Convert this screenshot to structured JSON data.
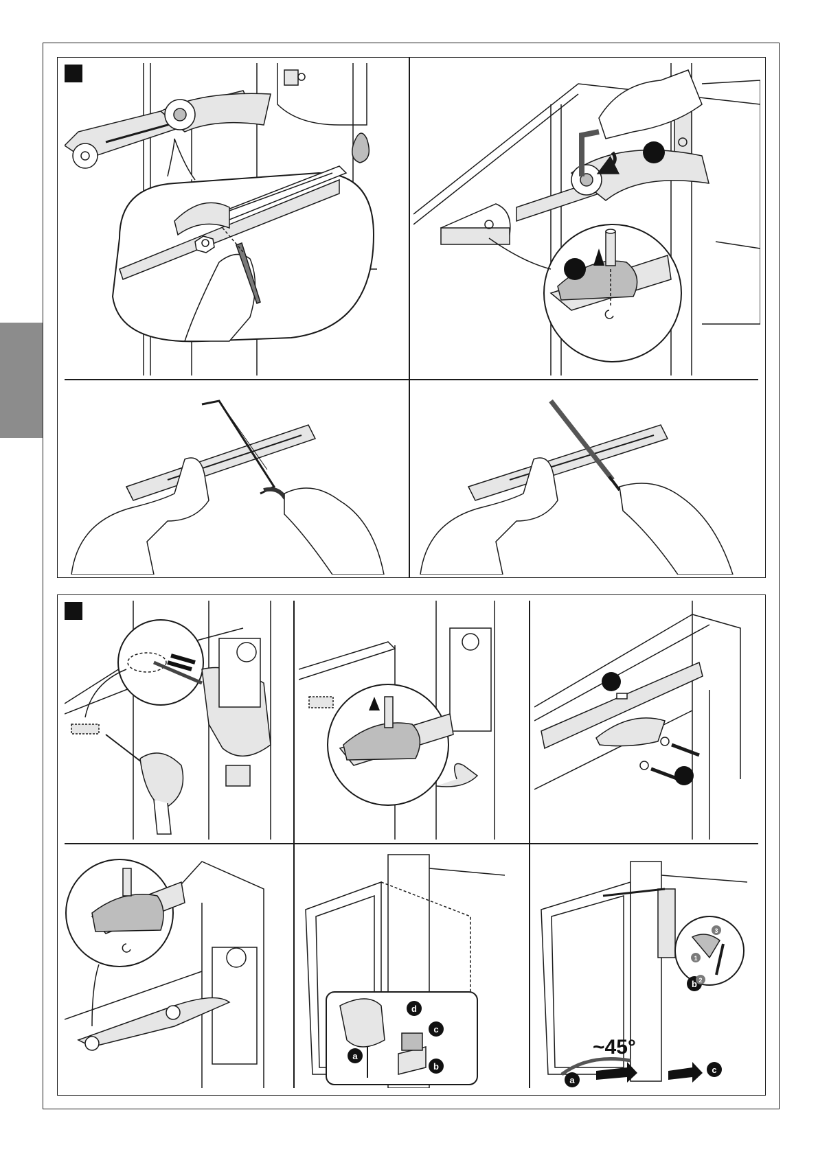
{
  "figure_top": {
    "panel_a": {
      "step_badge": ""
    },
    "panel_b": {
      "step_badge_1": "",
      "step_badge_2": ""
    },
    "panel_c": {},
    "panel_d": {}
  },
  "figure_bottom": {
    "panel_e": {},
    "panel_f": {},
    "panel_g": {
      "step_badge_1": "",
      "step_badge_2": ""
    },
    "panel_h": {},
    "panel_i": {
      "label_a": "a",
      "label_b": "b",
      "label_c": "c",
      "label_d": "d"
    },
    "panel_j": {
      "angle_label": "~45°",
      "label_a": "a",
      "label_b": "b",
      "label_c": "c",
      "step_1": "1",
      "step_2": "2",
      "step_3": "3"
    }
  },
  "colors": {
    "line": "#1a1a1a",
    "shade_light": "#e6e6e6",
    "shade_mid": "#bdbdbd",
    "shade_dark": "#7a7a7a",
    "tab": "#8c8c8c"
  }
}
